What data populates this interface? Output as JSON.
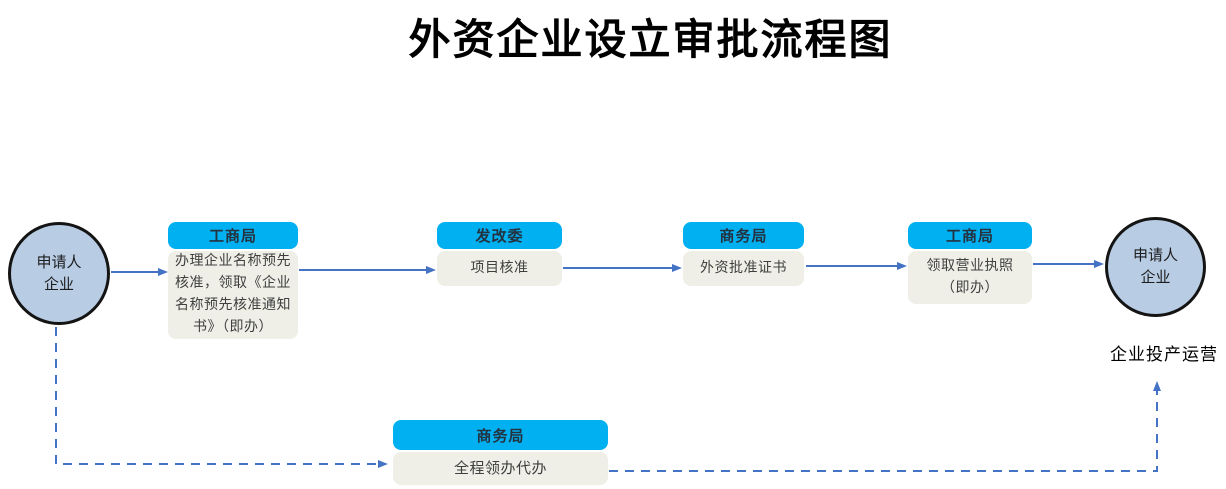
{
  "title": "外资企业设立审批流程图",
  "terminals": {
    "start": {
      "line1": "申请人",
      "line2": "企业"
    },
    "end": {
      "line1": "申请人",
      "line2": "企业"
    }
  },
  "steps": [
    {
      "agency": "工商局",
      "action": "办理企业名称预先核准，领取《企业名称预先核准通知书》（即办）"
    },
    {
      "agency": "发改委",
      "action": "项目核准"
    },
    {
      "agency": "商务局",
      "action": "外资批准证书"
    },
    {
      "agency": "工商局",
      "action": "领取营业执照（即办）"
    },
    {
      "agency": "商务局",
      "action": "全程领办代办"
    }
  ],
  "outcome_label": "企业投产运营",
  "colors": {
    "step_header_bg": "#00b0f0",
    "step_body_bg": "#efefe8",
    "terminal_fill": "#b8cce4",
    "terminal_border": "#141414",
    "connector": "#4472c4",
    "header_text": "#243240",
    "body_text": "#3f3f3f"
  }
}
